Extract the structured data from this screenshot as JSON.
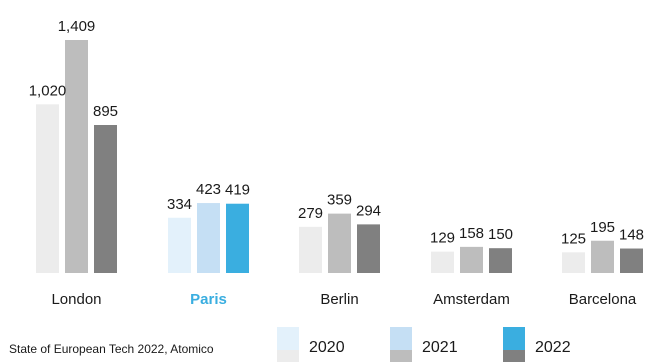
{
  "chart_data": {
    "type": "bar",
    "categories": [
      "London",
      "Paris",
      "Berlin",
      "Amsterdam",
      "Barcelona"
    ],
    "highlighted_category": "Paris",
    "series": [
      {
        "name": "2020",
        "values": [
          1020,
          334,
          279,
          129,
          125
        ]
      },
      {
        "name": "2021",
        "values": [
          1409,
          423,
          359,
          158,
          195
        ]
      },
      {
        "name": "2022",
        "values": [
          895,
          419,
          294,
          150,
          148
        ]
      }
    ],
    "value_labels": [
      [
        "1,020",
        "1,409",
        "895"
      ],
      [
        "334",
        "423",
        "419"
      ],
      [
        "279",
        "359",
        "294"
      ],
      [
        "129",
        "158",
        "150"
      ],
      [
        "125",
        "195",
        "148"
      ]
    ],
    "ylim": [
      0,
      1409
    ],
    "grid": false,
    "legend_position": "bottom-right",
    "colors": {
      "default": [
        "#ececec",
        "#bdbdbd",
        "#808080"
      ],
      "highlight": [
        "#e3f1fb",
        "#c5dff4",
        "#3aaee0"
      ],
      "label_text": "#1a1a1a",
      "highlight_text": "#3aaee0"
    },
    "source": "State of European Tech 2022, Atomico"
  }
}
